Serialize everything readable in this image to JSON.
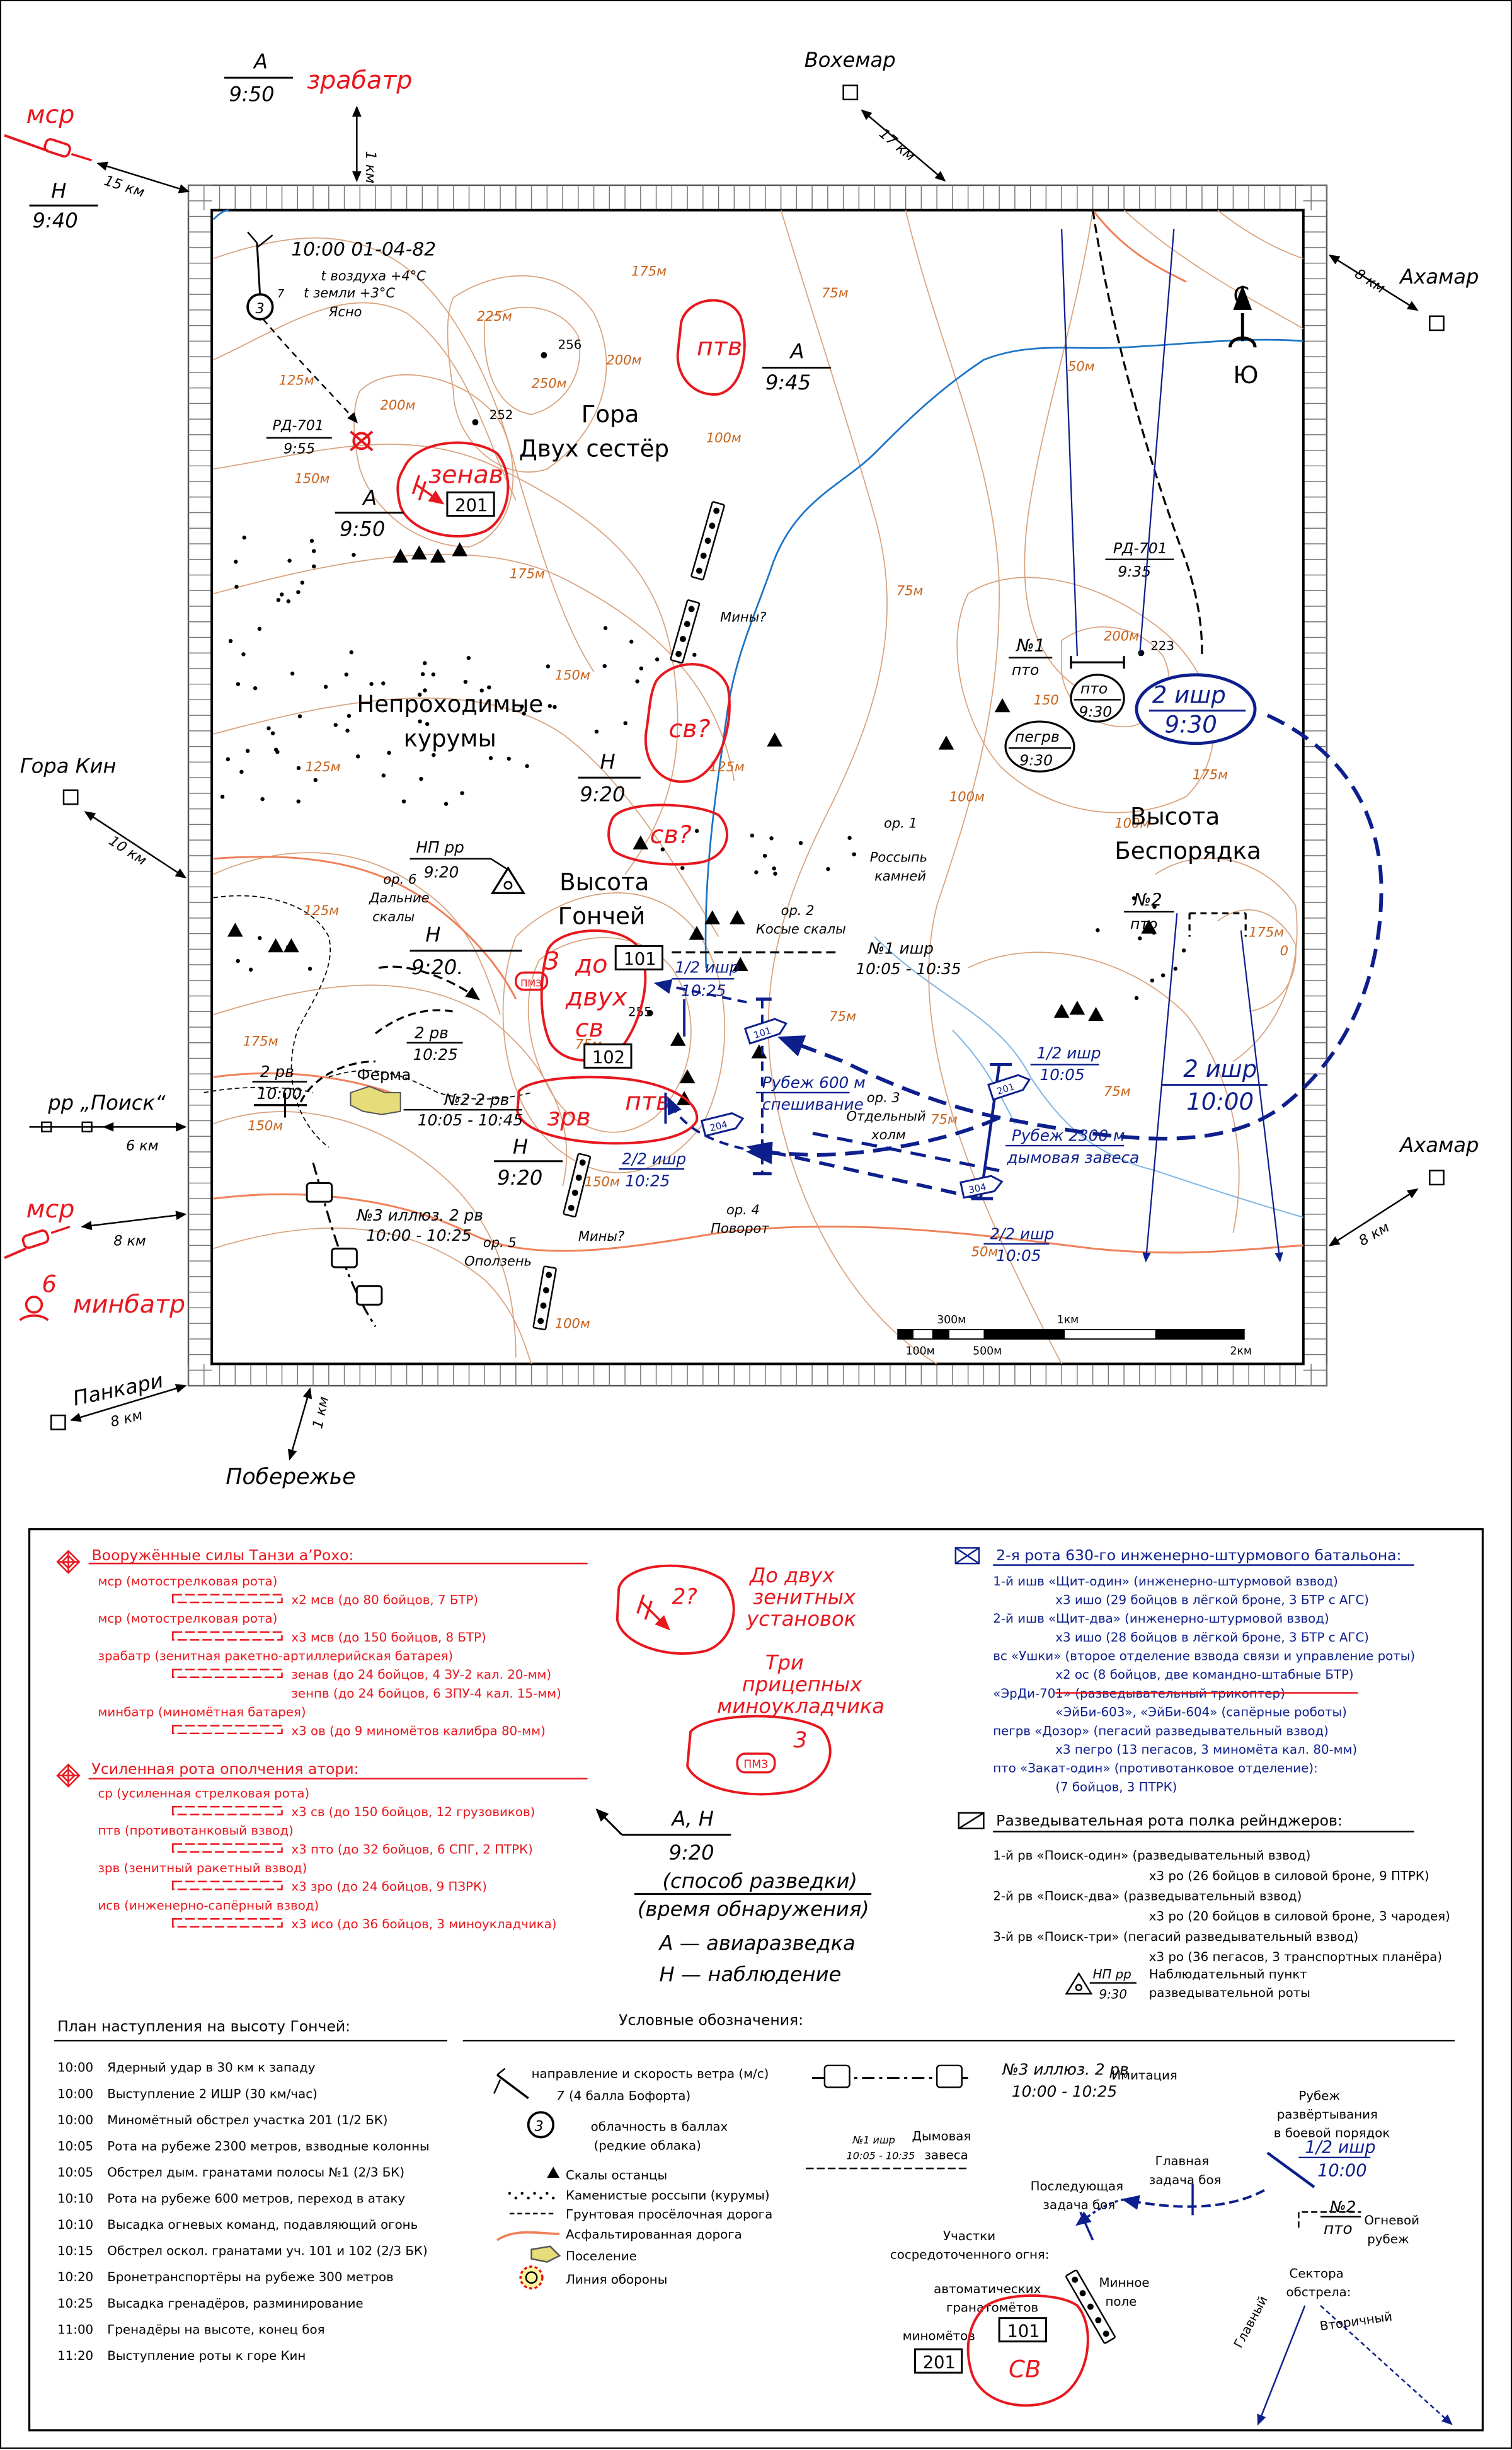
{
  "colors": {
    "red": "#e8171e",
    "blue": "#0d1f8c",
    "brown": "#c8631b",
    "contour": "#d9a27d",
    "river": "#1b74c5",
    "black": "#000000"
  },
  "icons": [
    "compass-icon",
    "wind-icon",
    "rocky-outcrop-icon",
    "settlement-icon",
    "mine-field-icon",
    "observation-post-icon",
    "scale-bar-icon"
  ],
  "map": {
    "weather": {
      "datetime": "10:00 01-04-82",
      "air": "t воздуха +4°C",
      "ground": "t земли +3°C",
      "sky": "Ясно",
      "wind_speed": "7",
      "cloud": "3"
    },
    "compass": {
      "north": "С",
      "south": "Ю"
    },
    "outside": {
      "msr_top": {
        "label": "мср",
        "time_src": "Н",
        "time": "9:40",
        "dist": "15 км"
      },
      "zrabatr": {
        "label": "зрабатр",
        "src": "А",
        "time": "9:50",
        "dist": "1 км"
      },
      "voxemar": {
        "name": "Вохемар",
        "dist": "17 км"
      },
      "axamar_top": {
        "name": "Ахамар",
        "dist": "8 км"
      },
      "gora_kin": {
        "name": "Гора Кин",
        "dist": "10 км"
      },
      "rr_poisk": {
        "name": "рр „Поиск“",
        "dist": "6 км"
      },
      "axamar_bottom": {
        "name": "Ахамар",
        "dist": "8 км"
      },
      "msr_bottom": {
        "label": "мср",
        "dist": "8 км"
      },
      "minbatr": {
        "count": "6",
        "label": "минбатр"
      },
      "pankari": {
        "name": "Панкари",
        "dist": "8 км"
      },
      "poberezhye": {
        "name": "Побережье",
        "dist": "1 км"
      }
    },
    "labels": {
      "gora": "Гора",
      "dvukh_sester": "Двух сестёр",
      "neprokhod": "Непроходимые",
      "kurumy": "курумы",
      "vysota": "Высота",
      "gonchei": "Гончей",
      "vysota2": "Высота",
      "besporyadka": "Беспорядка",
      "ferma": "Ферма",
      "mines_q": "Мины?",
      "mines_q2": "Мины?",
      "or1": "ор. 1",
      "or1b": "Россыпь",
      "or1c": "камней",
      "or2": "ор. 2",
      "or2b": "Косые скалы",
      "or3": "ор. 3",
      "or3b": "Отдельный",
      "or3c": "холм",
      "or4": "ор. 4",
      "or4b": "Поворот",
      "or5": "ор. 5",
      "or5b": "Оползень",
      "or6": "ор. 6",
      "or6b": "Дальние",
      "or6c": "скалы"
    },
    "heights": {
      "h256": "256",
      "h252": "252",
      "h255": "255",
      "h223": "223"
    },
    "contours": {
      "c125a": "125м",
      "c150a": "150м",
      "c175a": "175м",
      "c200a": "200м",
      "c225": "225м",
      "c250": "250м",
      "c200b": "200м",
      "c175b": "175м",
      "c150b": "150м",
      "c125b": "125м",
      "c100a": "100м",
      "c75a": "75м",
      "c100b": "100м",
      "c75b": "75м",
      "c50a": "50м",
      "c200c": "200м",
      "c150c": "150",
      "c175c": "175м",
      "c125c": "125м",
      "c100c": "100м",
      "c75c": "75м",
      "c50b": "50м",
      "c75d": "75м",
      "c125d": "125м",
      "c175d": "175м",
      "c150d": "150м",
      "c150e": "150м",
      "c75e": "75м",
      "c100d": "100м",
      "c175e": "175м",
      "c75f": "75м",
      "c0": "0"
    },
    "red": {
      "zenav": "зенав",
      "zenav_num": "201",
      "ptv": "птв",
      "sv1": "св?",
      "sv2": "св?",
      "do": "до",
      "dvukh": "двух",
      "sv3": "св",
      "three": "3",
      "pmz": "ПМЗ",
      "zrv": "зрв",
      "ptv2": "птв",
      "num101": "101",
      "num102": "102"
    },
    "recon": {
      "a945": {
        "src": "А",
        "time": "9:45"
      },
      "a950": {
        "src": "А",
        "time": "9:50"
      },
      "rd701_955": {
        "name": "РД-701",
        "time": "9:55"
      },
      "n920a": {
        "src": "Н",
        "time": "9:20"
      },
      "n920b": {
        "src": "Н",
        "time": "9:20."
      },
      "n920c": {
        "src": "Н",
        "time": "9:20"
      },
      "np_rr": {
        "name": "НП рр",
        "time": "9:20"
      }
    },
    "black_units": {
      "rd701_935": {
        "name": "РД-701",
        "time": "9:35"
      },
      "pto1": {
        "name": "№1",
        "sub": "пто"
      },
      "pto930": {
        "name": "пто",
        "time": "9:30"
      },
      "pegrv": {
        "name": "пегрв",
        "time": "9:30"
      },
      "pto2": {
        "name": "№2",
        "sub": "пто"
      },
      "rv2_1025": {
        "name": "2 рв",
        "time": "10:25"
      },
      "rv2_1000": {
        "name": "2 рв",
        "time": "10:00"
      },
      "rv2_line": {
        "name": "№2 2 рв",
        "time": "10:05 - 10:45"
      },
      "ishr1": {
        "name": "№1 ишр",
        "time": "10:05 - 10:35"
      },
      "illuz": {
        "name": "№3 иллюз. 2 рв",
        "time": "10:00 - 10:25"
      }
    },
    "blue_units": {
      "ishr2_930": {
        "name": "2 ишр",
        "time": "9:30"
      },
      "ishr2_1000": {
        "name": "2 ишр",
        "time": "10:00"
      },
      "half1025a": {
        "name": "1/2 ишр",
        "time": "10:25"
      },
      "half1005a": {
        "name": "1/2 ишр",
        "time": "10:05"
      },
      "half1025b": {
        "name": "2/2 ишр",
        "time": "10:25"
      },
      "half1005b": {
        "name": "2/2 ишр",
        "time": "10:05"
      },
      "rubezh600": {
        "name": "Рубеж 600 м",
        "sub": "спешивание"
      },
      "rubezh2300": {
        "name": "Рубеж 2300 м",
        "sub": "дымовая завеса"
      },
      "v101": "101",
      "v201": "201",
      "v204": "204",
      "v304": "304"
    },
    "scale": {
      "s300": "300м",
      "s1k": "1км",
      "s100": "100м",
      "s500": "500м",
      "s2k": "2км"
    }
  },
  "legend": {
    "left_title": "Вооружённые силы Танзи а’Рохо:",
    "left_items": [
      {
        "t": "мср (мотострелковая рота)",
        "sub": "х2 мсв (до 80 бойцов, 7 БТР)"
      },
      {
        "t": "мср (мотострелковая рота)",
        "sub": "х3 мсв (до 150 бойцов, 8 БТР)"
      },
      {
        "t": "зрабатр (зенитная ракетно-артиллерийская батарея)",
        "sub": "зенав (до 24 бойцов, 4 ЗУ-2 кал. 20-мм)",
        "sub2": "зенпв (до 24 бойцов, 6 ЗПУ-4 кал. 15-мм)"
      },
      {
        "t": "минбатр (миномётная батарея)",
        "sub": "х3 ов (до 9 миномётов калибра 80-мм)"
      }
    ],
    "militia_title": "Усиленная рота ополчения атори:",
    "militia_items": [
      {
        "t": "ср (усиленная стрелковая рота)",
        "sub": "х3 св (до 150 бойцов, 12 грузовиков)"
      },
      {
        "t": "птв (противотанковый взвод)",
        "sub": "х3 пто (до 32 бойцов, 6 СПГ, 2 ПТРК)"
      },
      {
        "t": "зрв (зенитный ракетный взвод)",
        "sub": "х3 зро (до 24 бойцов, 9 ПЗРК)"
      },
      {
        "t": "исв (инженерно-сапёрный взвод)",
        "sub": "х3 исо (до 36 бойцов, 3 миноукладчика)"
      }
    ],
    "mid": {
      "zu_num": "2?",
      "zu_text1": "До двух",
      "zu_text2": "зенитных",
      "zu_text3": "установок",
      "ml_num": "3",
      "ml_pmz": "ПМЗ",
      "ml_text1": "Три",
      "ml_text2": "прицепных",
      "ml_text3": "миноукладчика",
      "src": "А, Н",
      "time": "9:20",
      "method": "(способ разведки)",
      "found": "(время обнаружения)",
      "a_def": "А — авиаразведка",
      "n_def": "Н — наблюдение"
    },
    "right_title": "2-я рота 630-го инженерно-штурмового батальона:",
    "right_items": [
      "1-й ишв «Щит-один» (инженерно-штурмовой взвод)",
      "х3 ишо (29 бойцов в лёгкой броне, 3 БТР с АГС)",
      "2-й ишв «Щит-два» (инженерно-штурмовой взвод)",
      "х3 ишо (28 бойцов в лёгкой броне, 3 БТР с АГС)",
      "вс «Ушки» (второе отделение взвода связи и управление роты)",
      "х2 ос (8 бойцов, две командно-штабные БТР)",
      "«ЭрДи-701» (разведывательный трикоптер)",
      "«ЭйБи-603», «ЭйБи-604» (сапёрные роботы)",
      "пегрв «Дозор» (пегасий разведывательный взвод)",
      "х3 пегро (13 пегасов, 3 миномёта кал. 80-мм)",
      "пто «Закат-один» (противотанковое отделение):",
      "(7 бойцов, 3 ПТРК)"
    ],
    "rangers_title": "Разведывательная рота полка рейнджеров:",
    "rangers_items": [
      "1-й рв «Поиск-один» (разведывательный взвод)",
      "х3 ро (26 бойцов в силовой броне, 9 ПТРК)",
      "2-й рв «Поиск-два» (разведывательный взвод)",
      "х3 ро (20 бойцов в силовой броне, 3 чародея)",
      "3-й рв «Поиск-три» (пегасий разведывательный взвод)",
      "х3 ро (36 пегасов, 3 транспортных планёра)"
    ],
    "np_name": "НП рр",
    "np_time": "9:30",
    "np_text1": "Наблюдательный пункт",
    "np_text2": "разведывательной роты",
    "plan_title": "План наступления на высоту Гончей:",
    "plan": [
      {
        "time": "10:00",
        "text": "Ядерный удар в 30 км к западу"
      },
      {
        "time": "10:00",
        "text": "Выступление 2 ИШР (30 км/час)"
      },
      {
        "time": "10:00",
        "text": "Миномётный обстрел участка 201 (1/2 БК)"
      },
      {
        "time": "10:05",
        "text": "Рота на рубеже 2300 метров, взводные колонны"
      },
      {
        "time": "10:05",
        "text": "Обстрел дым. гранатами полосы №1 (2/3 БК)"
      },
      {
        "time": "10:10",
        "text": "Рота на рубеже 600 метров, переход в атаку"
      },
      {
        "time": "10:10",
        "text": "Высадка огневых команд, подавляющий огонь"
      },
      {
        "time": "10:15",
        "text": "Обстрел оскол. гранатами уч. 101 и 102 (2/3 БК)"
      },
      {
        "time": "10:20",
        "text": "Бронетранспортёры на рубеже 300 метров"
      },
      {
        "time": "10:25",
        "text": "Высадка гренадёров, разминирование"
      },
      {
        "time": "11:00",
        "text": "Гренадёры на высоте, конец боя"
      },
      {
        "time": "11:20",
        "text": "Выступление роты к горе Кин"
      }
    ],
    "symbols_title": "Условные обозначения:",
    "sym": {
      "wind1": "направление и скорость ветра (м/с)",
      "wind2": "(4 балла Бофорта)",
      "wind_num": "7",
      "cloud_num": "3",
      "cloud1": "облачность в баллах",
      "cloud2": "(редкие облака)",
      "rocks": "Скалы останцы",
      "scree": "Каменистые россыпи (курумы)",
      "dirt": "Грунтовая просёлочная дорога",
      "asphalt": "Асфальтированная дорога",
      "settle": "Поселение",
      "defense": "Линия обороны",
      "imit_name": "№3 иллюз. 2 рв",
      "imit_time": "10:00 - 10:25",
      "imit": "Имитация",
      "smoke_name": "№1 ишр",
      "smoke_time": "10:05 - 10:35",
      "smoke1": "Дымовая",
      "smoke2": "завеса",
      "last1": "Последующая",
      "last2": "задача боя",
      "main1": "Главная",
      "main2": "задача боя",
      "deploy1": "Рубеж",
      "deploy2": "развёртывания",
      "deploy3": "в боевой порядок",
      "deploy_name": "1/2 ишр",
      "deploy_time": "10:00",
      "fire_name": "№2",
      "fire_sub": "пто",
      "fire1": "Огневой",
      "fire2": "рубеж",
      "sect1": "Сектора",
      "sect2": "обстрела:",
      "sect_main": "Главный",
      "sect_sec": "Вторичный",
      "conc1": "Участки",
      "conc2": "сосредоточенного огня:",
      "auto1": "автоматических",
      "auto2": "гранатомётов",
      "mort": "миномётов",
      "a101": "101",
      "a201": "201",
      "sv": "СВ",
      "minefield1": "Минное",
      "minefield2": "поле"
    }
  }
}
